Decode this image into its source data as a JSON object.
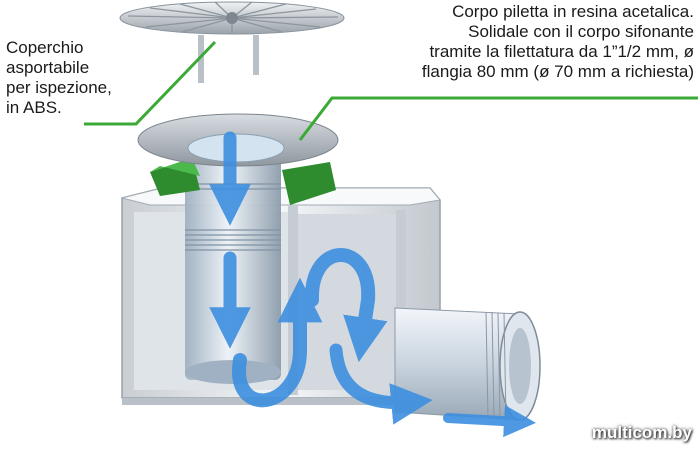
{
  "callouts": {
    "cover": {
      "lines": [
        "Coperchio",
        "asportabile",
        "per ispezione,",
        "in ABS."
      ]
    },
    "body": {
      "lines": [
        "Corpo piletta in resina acetalica.",
        "Solidale con il corpo sifonante",
        "tramite la filettatura da 1”1/2 mm, ø",
        "flangia 80 mm (ø 70 mm a richiesta)"
      ]
    }
  },
  "watermark": "multicom.by",
  "colors": {
    "callout_line": "#3aa935",
    "flow_arrow": "#3d8fe0",
    "gasket": "#2e8b2e",
    "housing": "#e6e9ec"
  },
  "icons": [
    "cover-grate-icon",
    "flow-arrow-icon"
  ]
}
